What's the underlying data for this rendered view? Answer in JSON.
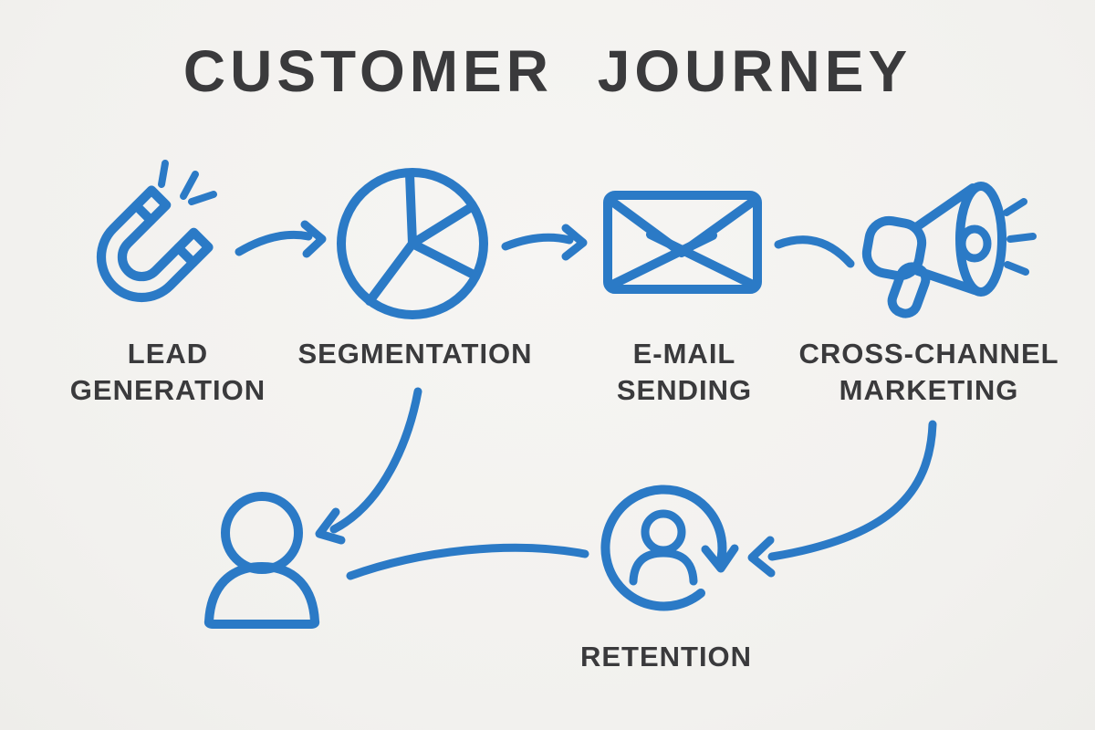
{
  "title": "CUSTOMER JOURNEY",
  "colors": {
    "accent": "#2b7ac6",
    "text": "#3a3a3c",
    "background": "#f3f2ef"
  },
  "nodes": [
    {
      "id": "lead-generation",
      "icon": "magnet-icon",
      "label_lines": [
        "LEAD",
        "GENERATION"
      ]
    },
    {
      "id": "segmentation",
      "icon": "pie-chart-icon",
      "label_lines": [
        "SEGMENTATION"
      ]
    },
    {
      "id": "email-sending",
      "icon": "envelope-icon",
      "label_lines": [
        "E-MAIL",
        "SENDING"
      ]
    },
    {
      "id": "cross-channel-marketing",
      "icon": "megaphone-icon",
      "label_lines": [
        "CROSS-CHANNEL",
        "MARKETING"
      ]
    },
    {
      "id": "customer",
      "icon": "person-icon",
      "label_lines": []
    },
    {
      "id": "retention",
      "icon": "person-cycle-icon",
      "label_lines": [
        "RETENTION"
      ]
    }
  ],
  "connections": [
    {
      "from": "lead-generation",
      "to": "segmentation",
      "arrowhead": true
    },
    {
      "from": "segmentation",
      "to": "email-sending",
      "arrowhead": true
    },
    {
      "from": "email-sending",
      "to": "cross-channel-marketing",
      "arrowhead": false
    },
    {
      "from": "segmentation",
      "to": "customer",
      "arrowhead": true
    },
    {
      "from": "customer",
      "to": "retention",
      "arrowhead": false
    },
    {
      "from": "cross-channel-marketing",
      "to": "retention",
      "arrowhead": true
    }
  ]
}
